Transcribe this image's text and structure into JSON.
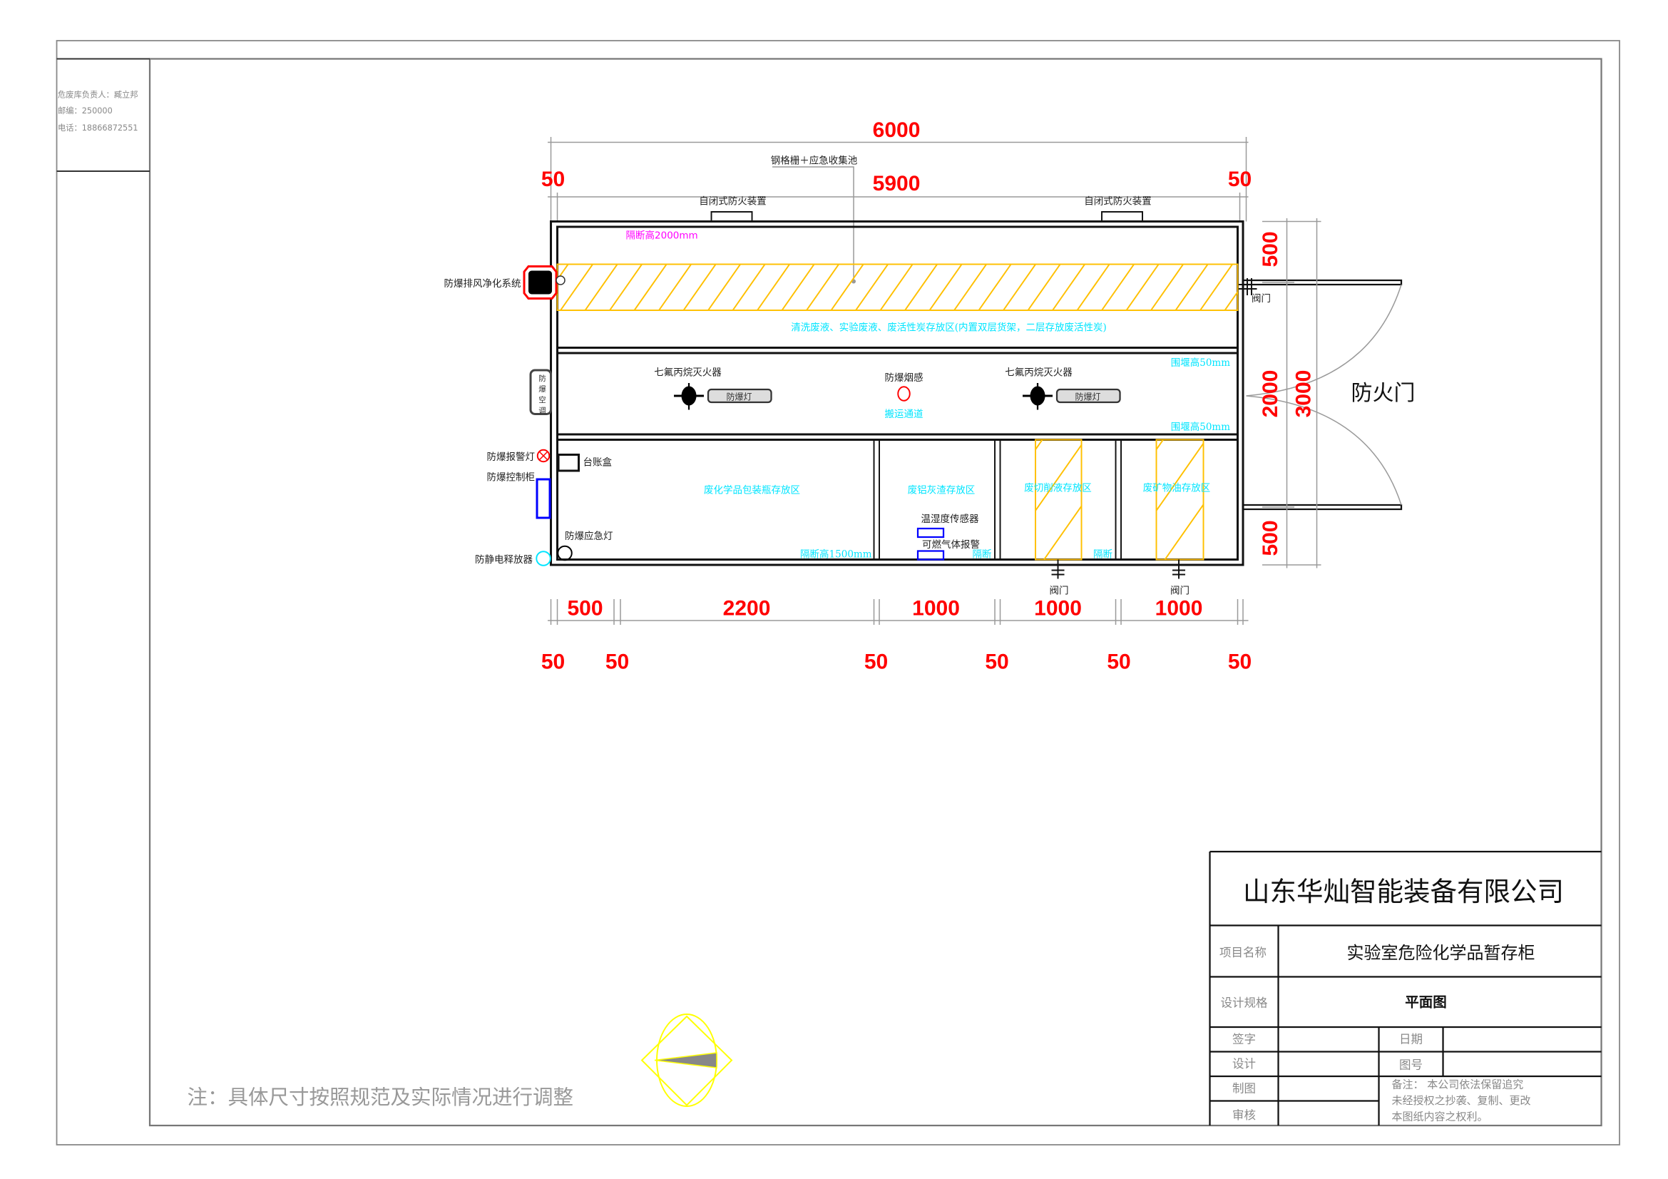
{
  "info_box": {
    "manager": "危废库负责人：臧立邦",
    "postcode": "邮编：250000",
    "phone": "电话：18866872551"
  },
  "dimensions": {
    "total_width": "6000",
    "inner_width": "5900",
    "left_margin": "50",
    "right_margin": "50",
    "right_top": "500",
    "right_mid": "2000",
    "right_total": "3000",
    "right_bottom": "500",
    "bottom_segments": [
      "500",
      "2200",
      "1000",
      "1000",
      "1000"
    ],
    "bottom_gaps": [
      "50",
      "50",
      "50",
      "50",
      "50",
      "50"
    ]
  },
  "labels": {
    "grating": "钢格栅＋应急收集池",
    "fire_device": "自闭式防火装置",
    "partition_2000": "隔断高2000mm",
    "exhaust": "防爆排风净化系统",
    "top_zone": "清洗废液、实验废液、废活性炭存放区(内置双层货架，二层存放废活性炭)",
    "extinguisher": "七氟丙烷灭火器",
    "lamp": "防爆灯",
    "smoke": "防爆烟感",
    "passage": "搬运通道",
    "weir": "围堰高50mm",
    "aircon": [
      "防",
      "爆",
      "空",
      "调"
    ],
    "alarm_lamp": "防爆报警灯",
    "control_cabinet": "防爆控制柜",
    "ledger_box": "台账盒",
    "emergency_lamp": "防爆应急灯",
    "static_release": "防静电释放器",
    "zone_bottles": "废化学品包装瓶存放区",
    "zone_aluminum": "废铝灰渣存放区",
    "zone_cutting": "废切削液存放区",
    "zone_mineral_oil": "废矿物油存放区",
    "partition_1500": "隔断高1500mm",
    "humidity_sensor": "温湿度传感器",
    "gas_alarm": "可燃气体报警",
    "partition": "隔断",
    "valve": "阀门",
    "fire_door": "防火门"
  },
  "note": "注：具体尺寸按照规范及实际情况进行调整",
  "title_block": {
    "company": "山东华灿智能装备有限公司",
    "project_label": "项目名称",
    "project_value": "实验室危险化学品暂存柜",
    "spec_label": "设计规格",
    "spec_value": "平面图",
    "sign_label": "签字",
    "date_label": "日期",
    "design_label": "设计",
    "drawing_no_label": "图号",
    "draft_label": "制图",
    "review_label": "审核",
    "remark": [
      "备注：  本公司依法保留追究",
      "未经授权之抄袭、复制、更改",
      "本图纸内容之权利。"
    ]
  },
  "colors": {
    "dimension": "#ff0000",
    "zone_text": "#00e5ff",
    "hatch": "#ffc000",
    "partition_text": "#ff00ff",
    "compass": "#ffff00"
  }
}
